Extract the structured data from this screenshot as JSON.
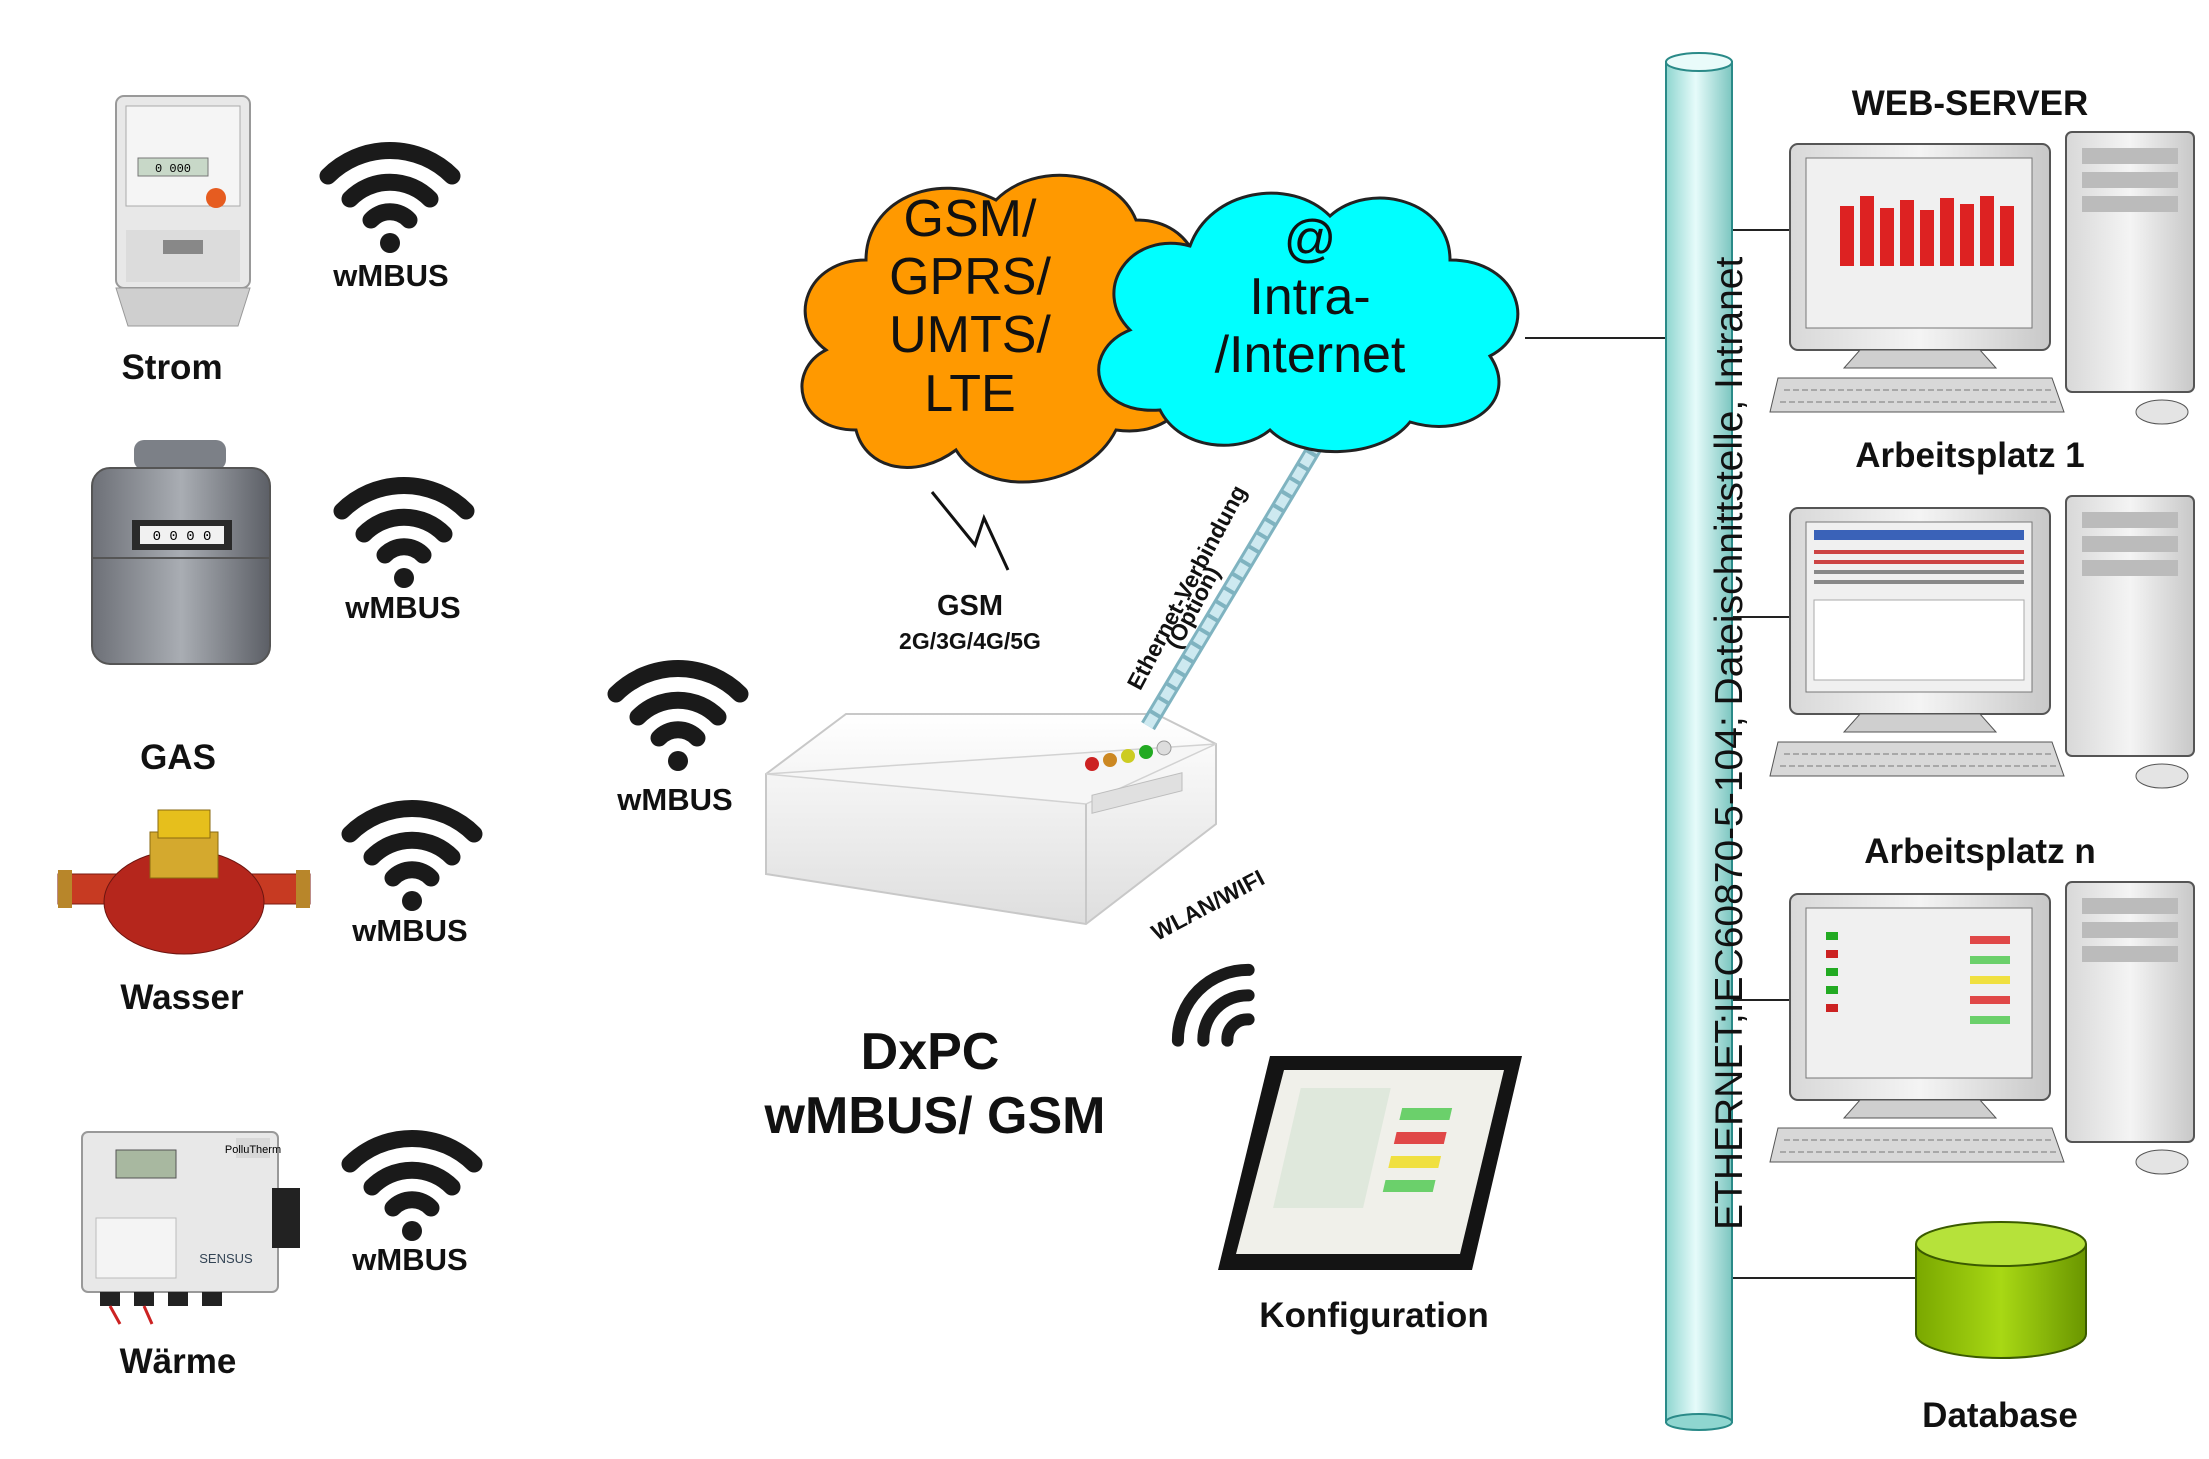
{
  "meters": [
    {
      "id": "strom",
      "label": "Strom",
      "wireless": "wMBUS"
    },
    {
      "id": "gas",
      "label": "GAS",
      "wireless": "wMBUS"
    },
    {
      "id": "wasser",
      "label": "Wasser",
      "wireless": "wMBUS"
    },
    {
      "id": "waerme",
      "label": "Wärme",
      "wireless": "wMBUS"
    }
  ],
  "device": {
    "wireless": "wMBUS",
    "gsm_title": "GSM",
    "gsm_bands": "2G/3G/4G/5G",
    "title_line1": "DxPC",
    "title_line2": "wMBUS/ GSM",
    "wlan": "WLAN/WIFI",
    "ethernet_line1": "Ethernet-Verbindung",
    "ethernet_line2": "(Option)"
  },
  "clouds": {
    "gsm": [
      "GSM/",
      "GPRS/",
      "UMTS/",
      "LTE"
    ],
    "internet": [
      "@",
      "Intra-",
      "/Internet"
    ]
  },
  "tablet_label": "Konfiguration",
  "bus_label": "ETHERNET;IEC60870-5-104; Dateischnittstelle, Intranet",
  "workstations": [
    {
      "label": "WEB-SERVER"
    },
    {
      "label": "Arbeitsplatz 1"
    },
    {
      "label": "Arbeitsplatz n"
    }
  ],
  "database_label": "Database",
  "colors": {
    "gsm_cloud": "#FF9900",
    "internet_cloud": "#00FFFF",
    "bus_fill": "#C8F0EE",
    "database": "#99CC00",
    "ethernet_link": "#A8D8E0"
  }
}
